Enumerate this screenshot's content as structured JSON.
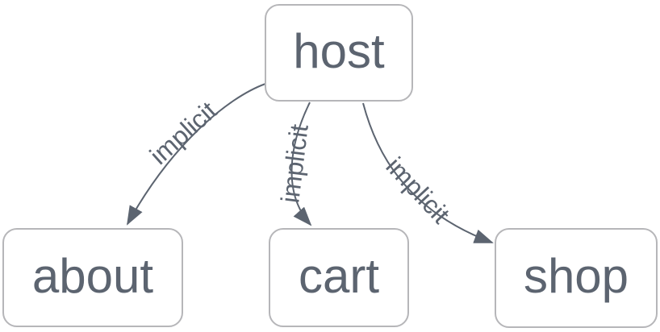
{
  "diagram": {
    "type": "directed-graph",
    "background": "#ffffff",
    "colors": {
      "node_text": "#5c6470",
      "node_border": "#b6b6b9",
      "node_fill": "#ffffff",
      "edge": "#5c6470"
    },
    "nodes": [
      {
        "id": "host",
        "label": "host"
      },
      {
        "id": "about",
        "label": "about"
      },
      {
        "id": "cart",
        "label": "cart"
      },
      {
        "id": "shop",
        "label": "shop"
      }
    ],
    "edges": [
      {
        "from": "host",
        "to": "about",
        "label": "implicit",
        "direction": "arrow-to-target"
      },
      {
        "from": "host",
        "to": "cart",
        "label": "implicit",
        "direction": "arrow-to-target"
      },
      {
        "from": "host",
        "to": "shop",
        "label": "implicit",
        "direction": "arrow-to-target"
      }
    ]
  }
}
